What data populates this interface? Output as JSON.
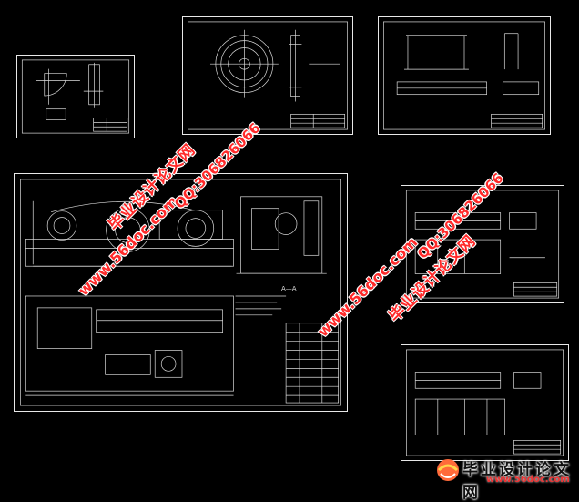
{
  "section_label": "A—A",
  "watermarks": {
    "site_name": "毕业设计论文网",
    "url": "www.56doc.com",
    "qq": "QQ:306826066"
  },
  "logo": {
    "name": "毕业设计论文网",
    "url": "www.56doc.com"
  },
  "colors": {
    "background": "#000000",
    "line": "#e8e8e8",
    "watermark": "#ff2a2a"
  }
}
